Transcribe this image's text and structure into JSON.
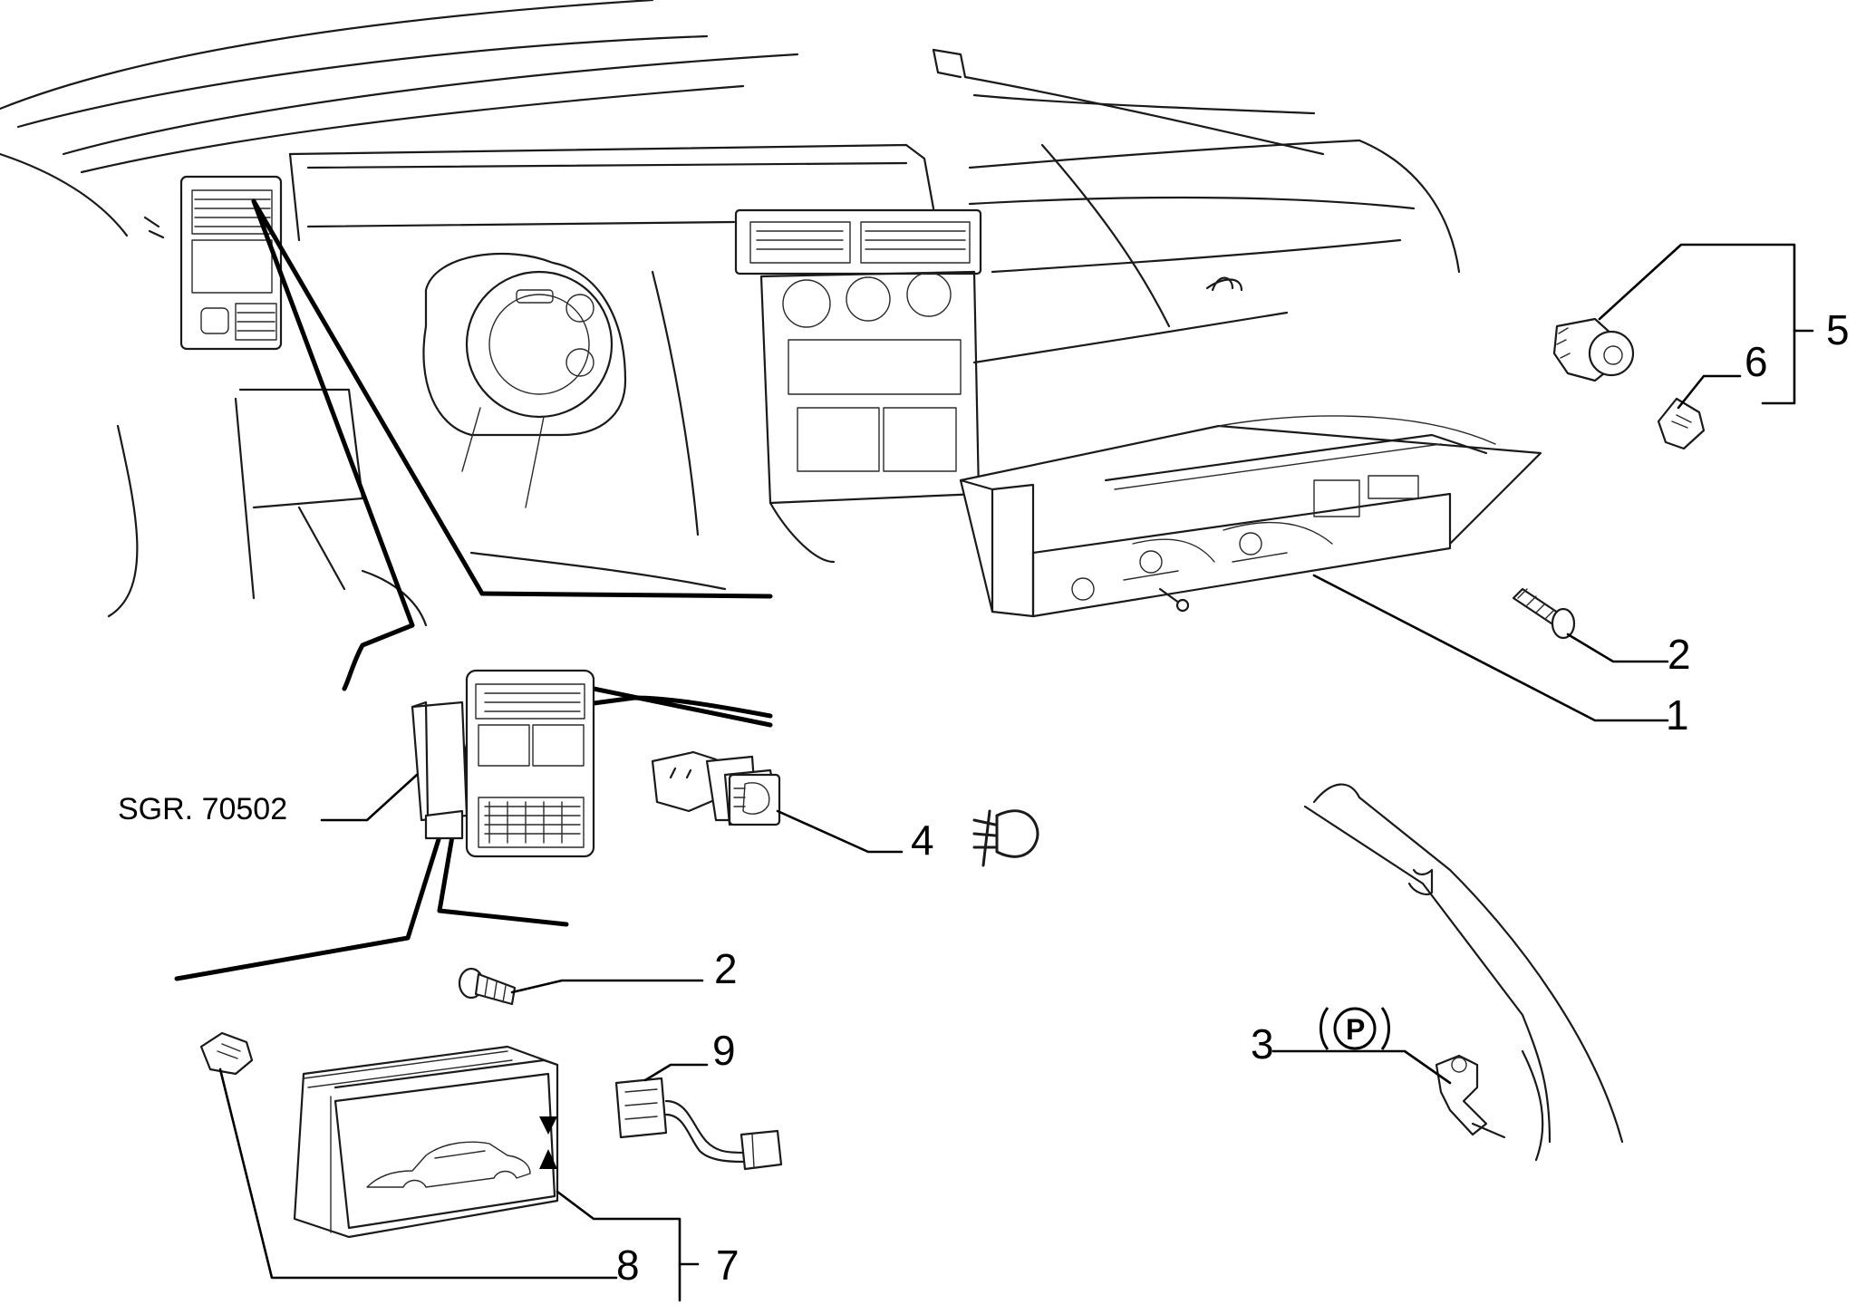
{
  "reference": "SGR. 70502",
  "callouts": {
    "c1": "1",
    "c2_top": "2",
    "c2_bottom": "2",
    "c3": "3",
    "c4": "4",
    "c5": "5",
    "c6": "6",
    "c7": "7",
    "c8": "8",
    "c9": "9"
  },
  "symbols": {
    "parking_brake_letter": "P",
    "fog_lamp": "fog-lamp-icon",
    "level_up": "triangle-up-icon",
    "level_down": "triangle-down-icon"
  },
  "colors": {
    "ink": "#000000",
    "paper": "#ffffff"
  }
}
